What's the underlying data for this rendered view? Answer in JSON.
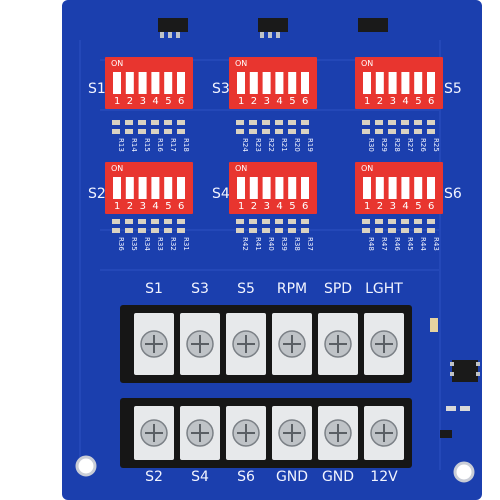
{
  "board": {
    "colors": {
      "pcb": "#1b3fae",
      "pcb_dark": "#163592",
      "switch_red": "#e8352f",
      "silkscreen": "#f2f4ff",
      "terminal_black": "#161616",
      "terminal_screw": "#bfc3c7"
    },
    "switches": [
      {
        "label": "S1",
        "on": "ON",
        "positions": [
          "1",
          "2",
          "3",
          "4",
          "5",
          "6"
        ]
      },
      {
        "label": "S3",
        "on": "ON",
        "positions": [
          "1",
          "2",
          "3",
          "4",
          "5",
          "6"
        ]
      },
      {
        "label": "S5",
        "on": "ON",
        "positions": [
          "1",
          "2",
          "3",
          "4",
          "5",
          "6"
        ]
      },
      {
        "label": "S2",
        "on": "ON",
        "positions": [
          "1",
          "2",
          "3",
          "4",
          "5",
          "6"
        ]
      },
      {
        "label": "S4",
        "on": "ON",
        "positions": [
          "1",
          "2",
          "3",
          "4",
          "5",
          "6"
        ]
      },
      {
        "label": "S6",
        "on": "ON",
        "positions": [
          "1",
          "2",
          "3",
          "4",
          "5",
          "6"
        ]
      }
    ],
    "resistor_groups": [
      [
        "R13",
        "R14",
        "R15",
        "R16",
        "R17",
        "R18"
      ],
      [
        "R24",
        "R23",
        "R22",
        "R21",
        "R20",
        "R19"
      ],
      [
        "R30",
        "R29",
        "R28",
        "R27",
        "R26",
        "R25"
      ],
      [
        "R36",
        "R35",
        "R34",
        "R33",
        "R32",
        "R31"
      ],
      [
        "R42",
        "R41",
        "R40",
        "R39",
        "R38",
        "R37"
      ],
      [
        "R48",
        "R47",
        "R46",
        "R45",
        "R44",
        "R43"
      ]
    ],
    "terminal_top_labels": [
      "S1",
      "S3",
      "S5",
      "RPM",
      "SPD",
      "LGHT"
    ],
    "terminal_bottom_labels": [
      "S2",
      "S4",
      "S6",
      "GND",
      "GND",
      "12V"
    ]
  }
}
